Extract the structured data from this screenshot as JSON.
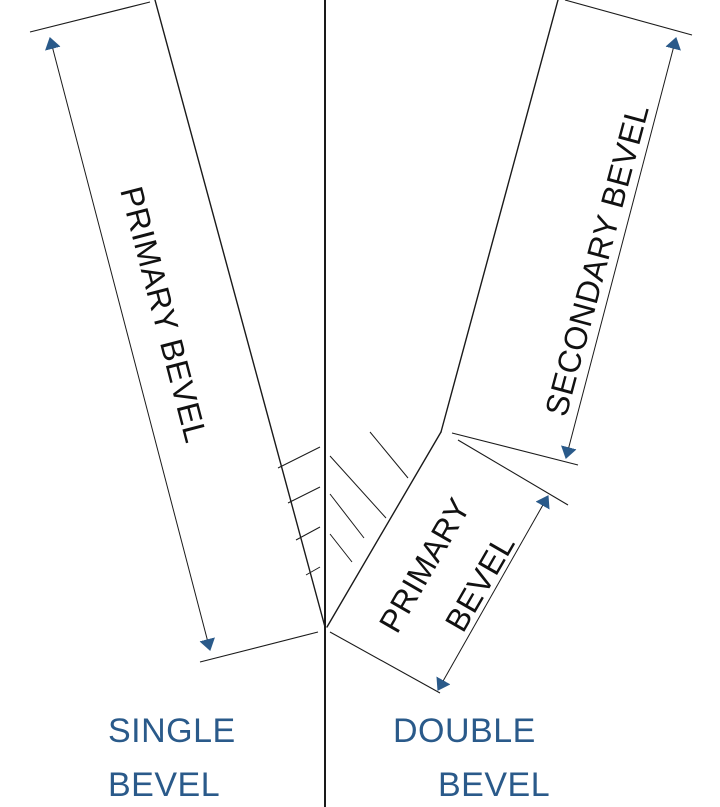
{
  "labels": {
    "single_primary": "PRIMARY BEVEL",
    "double_secondary": "SECONDARY BEVEL",
    "double_primary_line1": "PRIMARY",
    "double_primary_line2": "BEVEL"
  },
  "captions": {
    "single_line1": "SINGLE",
    "single_line2": "BEVEL",
    "double_line1": "DOUBLE",
    "double_line2": "BEVEL"
  },
  "colors": {
    "caption": "#2a5a8a",
    "arrow": "#2a5a8a",
    "line": "#1a1a1a"
  }
}
